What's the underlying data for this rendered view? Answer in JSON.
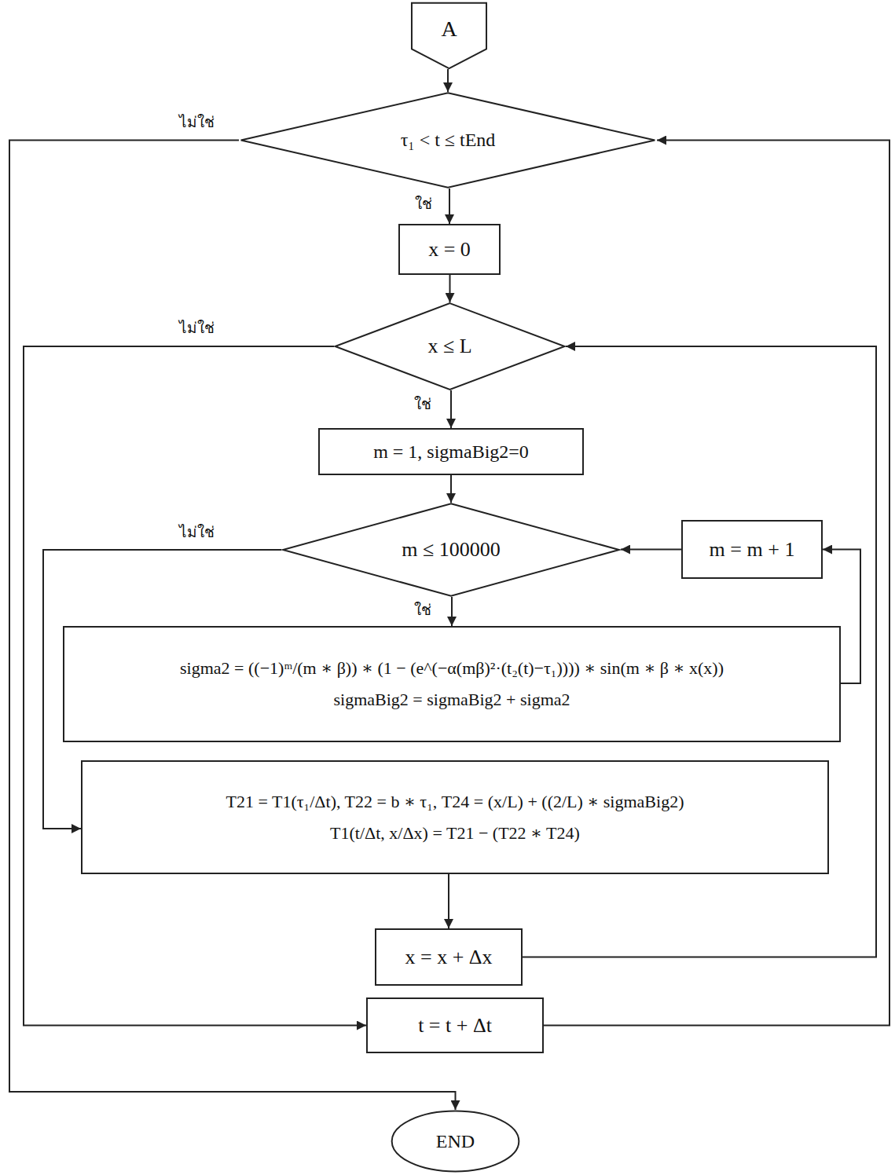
{
  "diagram": {
    "nodes": [
      {
        "text": [
          "A"
        ]
      },
      {
        "text": [
          "τ₁ < t ≤ tEnd"
        ]
      },
      {
        "text": [
          "x = 0"
        ]
      },
      {
        "text": [
          "x ≤ L"
        ]
      },
      {
        "text": [
          "m = 1, sigmaBig2=0"
        ]
      },
      {
        "text": [
          "m ≤ 100000"
        ]
      },
      {
        "text": [
          "m = m + 1"
        ]
      },
      {
        "text": [
          "sigma2 = ((−1)ᵐ/(m ∗ β)) ∗ (1 − (e^(−α(mβ)²·(t₂(t)−τ₁)))) ∗ sin(m ∗ β ∗ x(x))",
          "sigmaBig2 = sigmaBig2 + sigma2"
        ]
      },
      {
        "text": [
          "T21 = T1(τ₁/Δt), T22 = b ∗ τ₁, T24 = (x/L) + ((2/L) ∗ sigmaBig2)",
          "T1(t/Δt, x/Δx) = T21 − (T22 ∗ T24)"
        ]
      },
      {
        "text": [
          "x = x + Δx"
        ]
      },
      {
        "text": [
          "t = t + Δt"
        ]
      },
      {
        "text": [
          "END"
        ]
      }
    ],
    "edges": [
      {
        "from": 0,
        "to": 1,
        "arrow": "to"
      },
      {
        "from": 1,
        "to": 2,
        "label": "ใช่",
        "arrow": "to"
      },
      {
        "from": 1,
        "to": 11,
        "label": "ไม่ใช่",
        "arrow": "to"
      },
      {
        "from": 2,
        "to": 3,
        "arrow": "to"
      },
      {
        "from": 3,
        "to": 4,
        "label": "ใช่",
        "arrow": "to"
      },
      {
        "from": 3,
        "to": 10,
        "label": "ไม่ใช่",
        "arrow": "to"
      },
      {
        "from": 4,
        "to": 5,
        "arrow": "to"
      },
      {
        "from": 5,
        "to": 7,
        "label": "ใช่",
        "arrow": "to"
      },
      {
        "from": 5,
        "to": 8,
        "label": "ไม่ใช่",
        "arrow": "to"
      },
      {
        "from": 7,
        "to": 6,
        "arrow": "to"
      },
      {
        "from": 6,
        "to": 5,
        "arrow": "to"
      },
      {
        "from": 8,
        "to": 9,
        "arrow": "to"
      },
      {
        "from": 9,
        "to": 3,
        "arrow": "to"
      },
      {
        "from": 10,
        "to": 1,
        "arrow": "to"
      }
    ]
  }
}
